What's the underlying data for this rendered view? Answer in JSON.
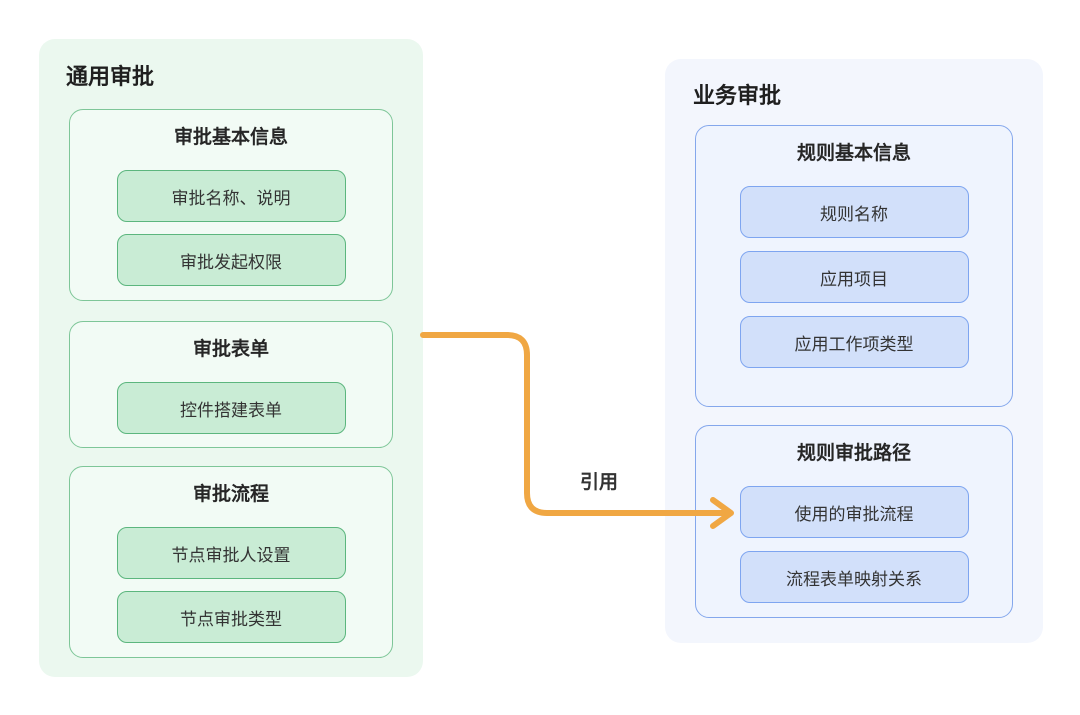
{
  "left_panel": {
    "title": "通用审批",
    "groups": [
      {
        "title": "审批基本信息",
        "items": [
          "审批名称、说明",
          "审批发起权限"
        ]
      },
      {
        "title": "审批表单",
        "items": [
          "控件搭建表单"
        ]
      },
      {
        "title": "审批流程",
        "items": [
          "节点审批人设置",
          "节点审批类型"
        ]
      }
    ]
  },
  "right_panel": {
    "title": "业务审批",
    "groups": [
      {
        "title": "规则基本信息",
        "items": [
          "规则名称",
          "应用项目",
          "应用工作项类型"
        ]
      },
      {
        "title": "规则审批路径",
        "items": [
          "使用的审批流程",
          "流程表单映射关系"
        ]
      }
    ]
  },
  "arrow": {
    "label": "引用",
    "color": "#F0A743"
  },
  "colors": {
    "background": "#FFFFFF",
    "green_panel_bg": "#EBF8EF",
    "green_group_bg": "#F2FBF5",
    "green_group_border": "#7EC698",
    "green_item_bg": "#C9ECD5",
    "green_item_border": "#5CB67E",
    "blue_panel_bg": "#F3F6FD",
    "blue_group_bg": "#EFF4FE",
    "blue_group_border": "#84A7EC",
    "blue_item_bg": "#D2E0FA",
    "blue_item_border": "#7EA5F0",
    "text": "#333333",
    "arrow": "#F0A743"
  }
}
